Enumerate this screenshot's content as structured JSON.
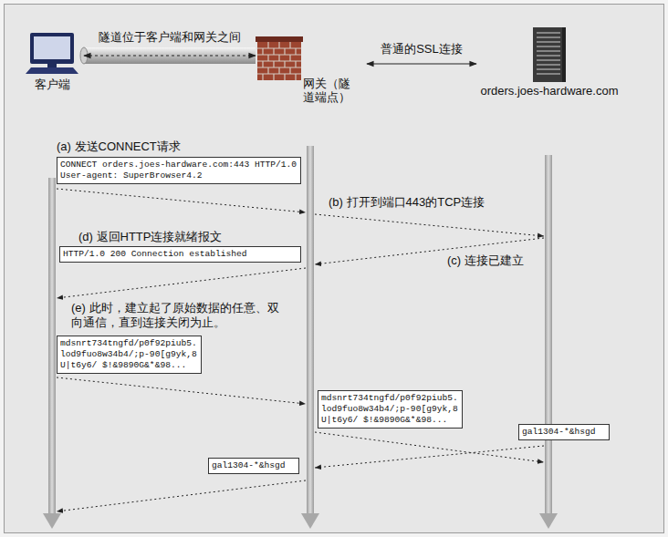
{
  "diagram": {
    "nodes": [
      {
        "text": [
          "客户端"
        ]
      },
      {
        "text": [
          "网关（隧道端点）"
        ]
      },
      {
        "text": [
          "orders.joes-hardware.com"
        ]
      },
      {
        "text": [
          "CONNECT orders.joes-hardware.com:443 HTTP/1.0 User-agent: SuperBrowser4.2"
        ]
      },
      {
        "text": [
          "HTTP/1.0 200 Connection established"
        ]
      },
      {
        "text": [
          "mdsnrt734tngfd/p0f92piub5. lod9fuo8w34b4/;p-90[g9yk,8 U|t6y6/ $!&9890G&*&98..."
        ]
      },
      {
        "text": [
          "mdsnrt734tngfd/p0f92piub5. lod9fuo8w34b4/;p-90[g9yk,8 U|t6y6/ $!&9890G&*&98..."
        ]
      },
      {
        "text": [
          "gal1304-*&hsgd"
        ]
      },
      {
        "text": [
          "gal1304-*&hsgd"
        ]
      }
    ],
    "edges": [
      {
        "from": 0,
        "to": 1,
        "arrow": "both",
        "label": "隧道位于客户端和网关之间"
      },
      {
        "from": 1,
        "to": 2,
        "arrow": "both",
        "label": "普通的SSL连接"
      }
    ],
    "labels": [
      "(a) 发送CONNECT请求",
      "(b) 打开到端口443的TCP连接",
      "(c) 连接已建立",
      "(d) 返回HTTP连接就绪报文",
      "(e) 此时，建立起了原始数据的任意、双向通信，直到连接关闭为止。"
    ]
  }
}
